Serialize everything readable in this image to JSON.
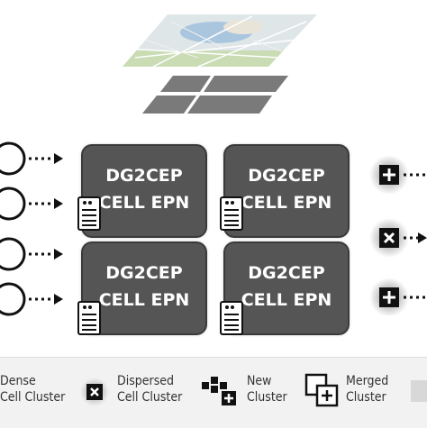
{
  "epn_boxes": [
    {
      "line1": "DG2CEP",
      "line2": "CELL EPN"
    },
    {
      "line1": "DG2CEP",
      "line2": "CELL EPN"
    },
    {
      "line1": "DG2CEP",
      "line2": "CELL EPN"
    },
    {
      "line1": "DG2CEP",
      "line2": "CELL EPN"
    }
  ],
  "output_symbols": [
    "plus",
    "cross",
    "plus"
  ],
  "legend": {
    "dense": {
      "line1": "Dense",
      "line2": "Cell Cluster"
    },
    "dispersed": {
      "line1": "Dispersed",
      "line2": "Cell Cluster"
    },
    "new": {
      "line1": "New",
      "line2": "Cluster"
    },
    "merged": {
      "line1": "Merged",
      "line2": "Cluster"
    }
  },
  "colors": {
    "box_fill": "#555555",
    "grid_tile": "#7a7a7a",
    "legend_bg": "#f2f2f2"
  }
}
